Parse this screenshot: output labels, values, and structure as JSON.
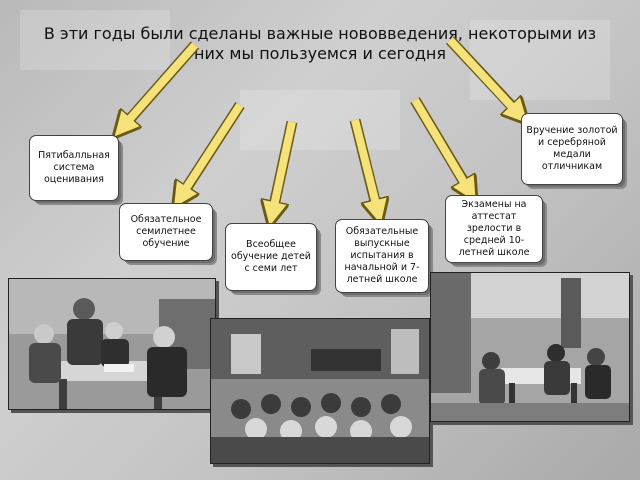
{
  "title": "В эти годы были сделаны важные нововведения, некоторыми из них мы пользуемся и сегодня",
  "boxes": {
    "five_point": "Пятибалльная система оценивания",
    "medal": "Вручение золотой и серебряной медали отличникам",
    "seven_year": "Обязательное семилетнее обучение",
    "exams_matric": "Экзамены на аттестат зрелости в средней 10-летней школе",
    "universal": "Всеобщее обучение детей с семи лет",
    "final_exams": "Обязательные выпускные испытания в начальной и 7-летней школе"
  },
  "colors": {
    "arrow_fill": "#f5e27a",
    "arrow_stroke": "#6b5a16",
    "box_bg": "#ffffff"
  }
}
